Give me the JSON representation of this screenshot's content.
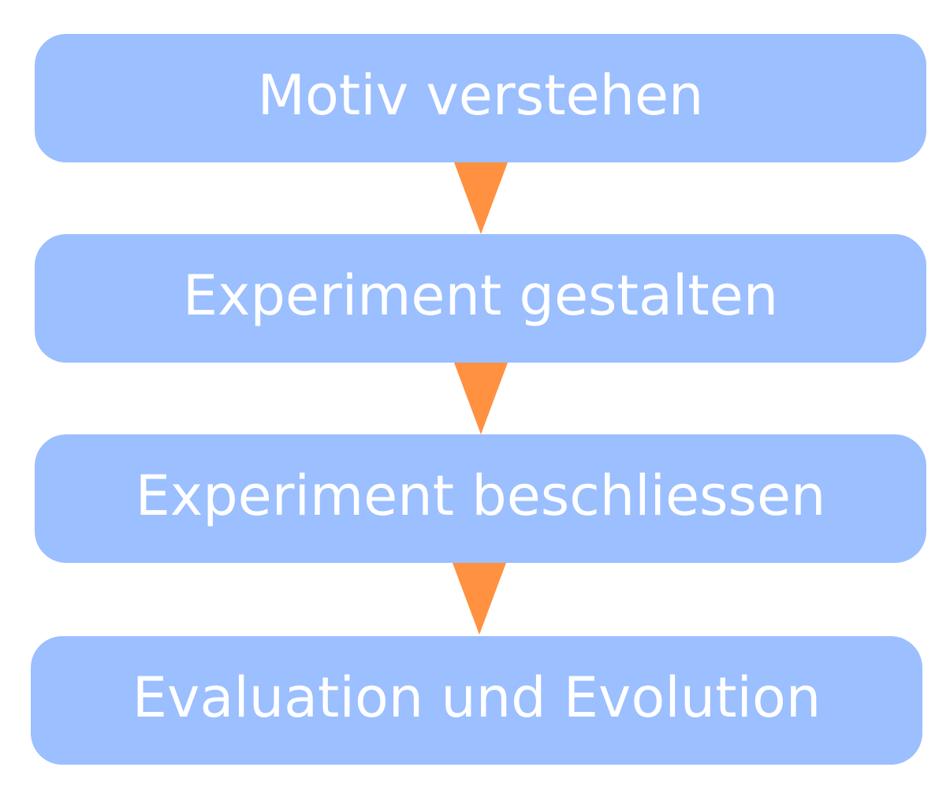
{
  "flow": {
    "steps": [
      {
        "label": "Motiv verstehen"
      },
      {
        "label": "Experiment gestalten"
      },
      {
        "label": "Experiment beschliessen"
      },
      {
        "label": "Evaluation und Evolution"
      }
    ]
  },
  "colors": {
    "box_fill": "#9bbfff",
    "box_text": "#ffffff",
    "arrow": "#ff9140",
    "background": "#ffffff"
  },
  "icons": {
    "connector": "down-triangle-arrow-icon"
  }
}
